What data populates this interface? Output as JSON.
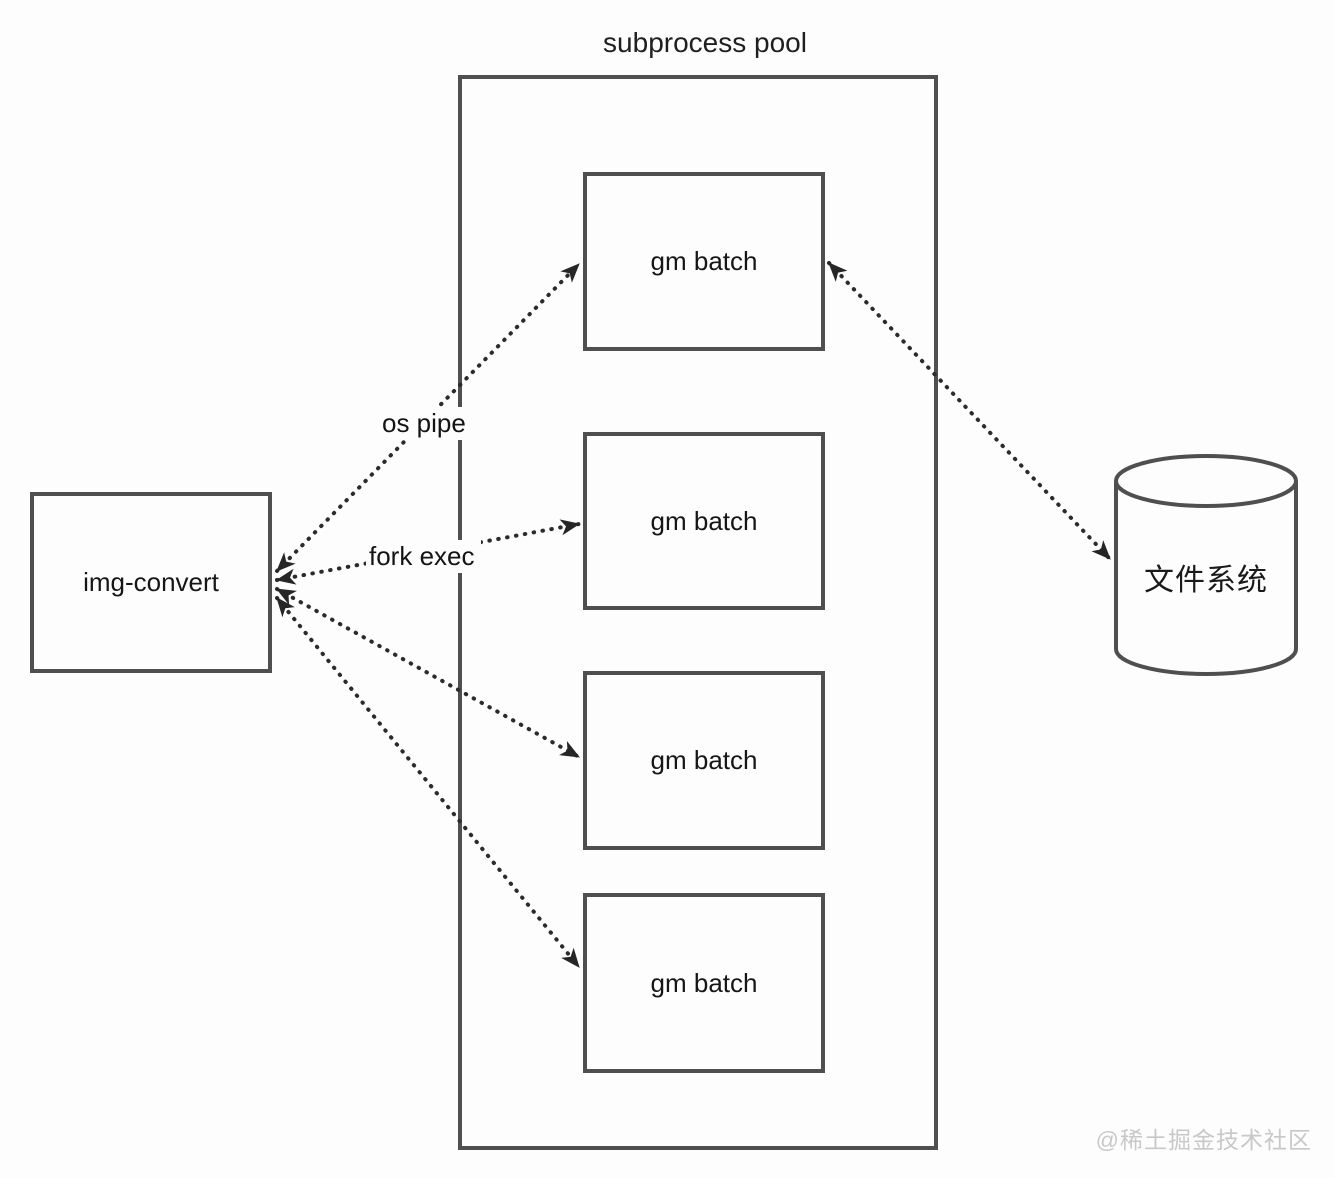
{
  "diagram": {
    "pool": {
      "title": "subprocess pool",
      "workers": [
        "gm batch",
        "gm batch",
        "gm batch",
        "gm batch"
      ]
    },
    "client": {
      "label": "img-convert"
    },
    "edges": {
      "os_pipe_label": "os pipe",
      "fork_exec_label": "fork exec"
    },
    "storage": {
      "label": "文件系统"
    },
    "watermark": "@稀土掘金技术社区",
    "colors": {
      "border": "#4f4f4f",
      "line": "#2b2b2b",
      "text": "#1c1c1c",
      "watermark": "#c8c8c8",
      "background": "#fdfdfd"
    }
  }
}
